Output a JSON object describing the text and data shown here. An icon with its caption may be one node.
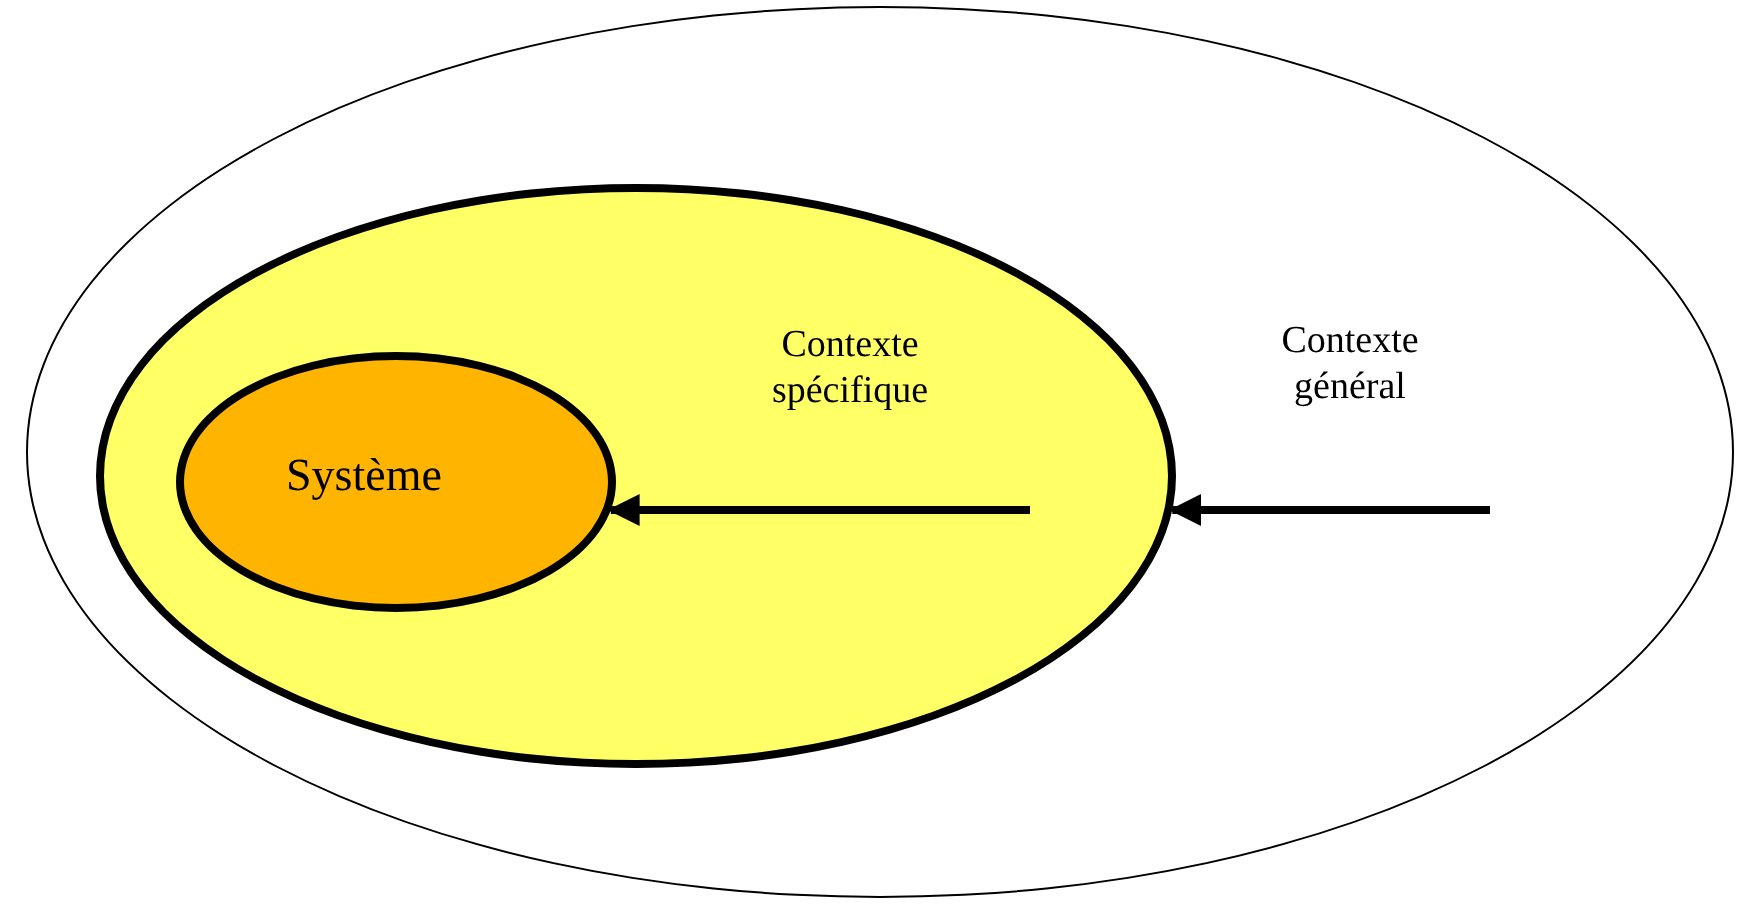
{
  "diagram": {
    "nodes": [
      {
        "text": [
          "Contexte général"
        ]
      },
      {
        "text": [
          "Contexte spécifique"
        ],
        "in": 0
      },
      {
        "text": [
          "Système"
        ],
        "in": 1
      }
    ],
    "edges": [
      {
        "from": null,
        "to": 1,
        "arrow": "to"
      },
      {
        "from": null,
        "to": 2,
        "arrow": "to"
      }
    ]
  }
}
